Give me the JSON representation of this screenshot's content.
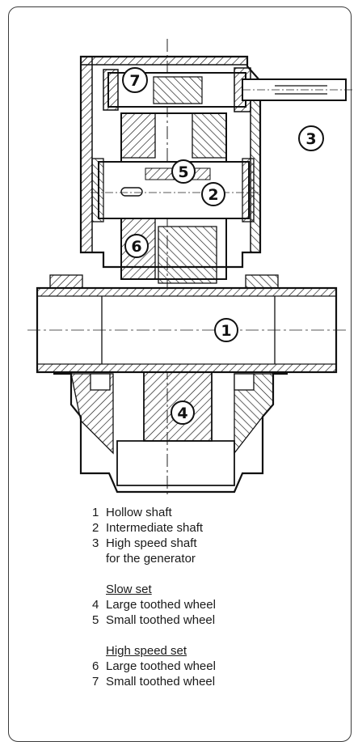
{
  "callouts": {
    "c1": "1",
    "c2": "2",
    "c3": "3",
    "c4": "4",
    "c5": "5",
    "c6": "6",
    "c7": "7"
  },
  "legend": {
    "items": [
      {
        "num": "1",
        "text": "Hollow shaft"
      },
      {
        "num": "2",
        "text": "Intermediate shaft"
      },
      {
        "num": "3",
        "text": "High speed shaft"
      }
    ],
    "item3_cont": "for the generator",
    "slow_set": {
      "heading": "Slow set",
      "items": [
        {
          "num": "4",
          "text": "Large toothed wheel"
        },
        {
          "num": "5",
          "text": "Small toothed wheel"
        }
      ]
    },
    "high_speed_set": {
      "heading": "High speed set",
      "items": [
        {
          "num": "6",
          "text": "Large toothed wheel"
        },
        {
          "num": "7",
          "text": "Small toothed wheel"
        }
      ]
    }
  }
}
